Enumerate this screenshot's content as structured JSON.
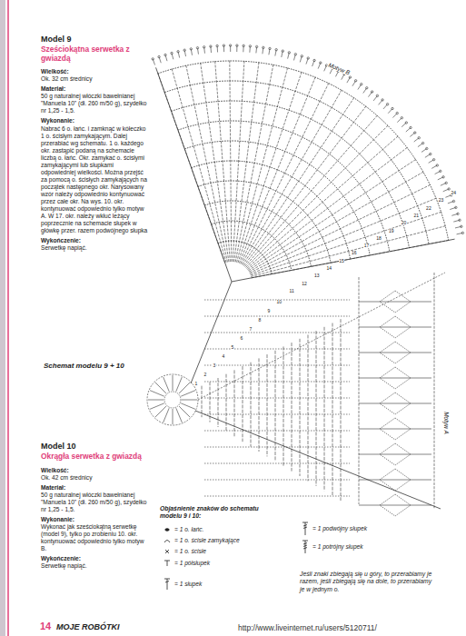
{
  "diagram": {
    "title": "Model 9",
    "labels": [
      "Sześciokątna serwetka z gwiazdą",
      "Wielkość:",
      "Ok. 32 cm średnicy",
      "Materiał:",
      "50 g naturalnej włóczki bawełnianej \"Manuela 10\" (dł. 260 m/50 g), szydełko nr 1,25 - 1,5.",
      "Wykonanie:",
      "Nabrać 6 o. łańc. i zamknąć w kółeczko 1 o. ścisłym zamykającym. Dalej przerabiać wg schematu. 1 o. każdego okr. zastąpić podaną na schemacie liczbą o. łańc. Okr. zamykać o. ścisłymi zamykającymi lub słupkami odpowiedniej wielkości. Można przejść za pomocą o. ścisłych zamykających na początek następnego okr. Narysowany wzór należy odpowiednio kontynuować przez całe okr. Na wys. 10. okr. kontynuować odpowiednio tylko motyw A. W 17. okr. należy wkłuć leżący poprzecznie na schemacie słupek w główkę przer. razem podwójnego słupka",
      "Wykończenie:",
      "Serwetkę napiąć.",
      "Schemat modelu 9 + 10",
      "Model 10",
      "Okrągła serwetka z gwiazdą",
      "Wielkość:",
      "Ok. 42 cm średnicy",
      "Materiał:",
      "50 g naturalnej włóczki bawełnianej \"Manuela 10\" (dł. 260 m/50 g), szydełko nr 1,25 - 1,5.",
      "Wykonanie:",
      "Wykonać jak sześciokątną serwetkę (model 9), tylko po zrobieniu 10. okr. kontynuować odpowiednio tylko motyw B.",
      "Wykończenie:",
      "Serwetkę napiąć.",
      "Objaśnienie znaków do schematu modelu 9 i 10:",
      "Jeśli znaki zbiegają się u góry, to przerabiamy je razem, jeśli zbiegają się na dole, to przerabiamy je w jednym o.",
      "Motyw B",
      "Motyw A",
      "14",
      "MOJE ROBÓTKI",
      "http://www.liveinternet.ru/users/5120711/",
      "1",
      "2",
      "3",
      "4",
      "5",
      "6",
      "7",
      "8",
      "9",
      "10",
      "11",
      "12",
      "13",
      "14",
      "15",
      "16",
      "17",
      "18",
      "19",
      "20",
      "21",
      "22",
      "23",
      "24"
    ],
    "legend": [
      {
        "text": "= 1 o. łańc."
      },
      {
        "text": "= 1 o. ścisłe zamykające"
      },
      {
        "text": "= 1 o. ścisłe"
      },
      {
        "text": "= 1 półsłupek"
      },
      {
        "text": "= 1 słupek"
      },
      {
        "text": "= 1 podwójny słupek"
      },
      {
        "text": "= 1 potrójny słupek"
      }
    ]
  }
}
